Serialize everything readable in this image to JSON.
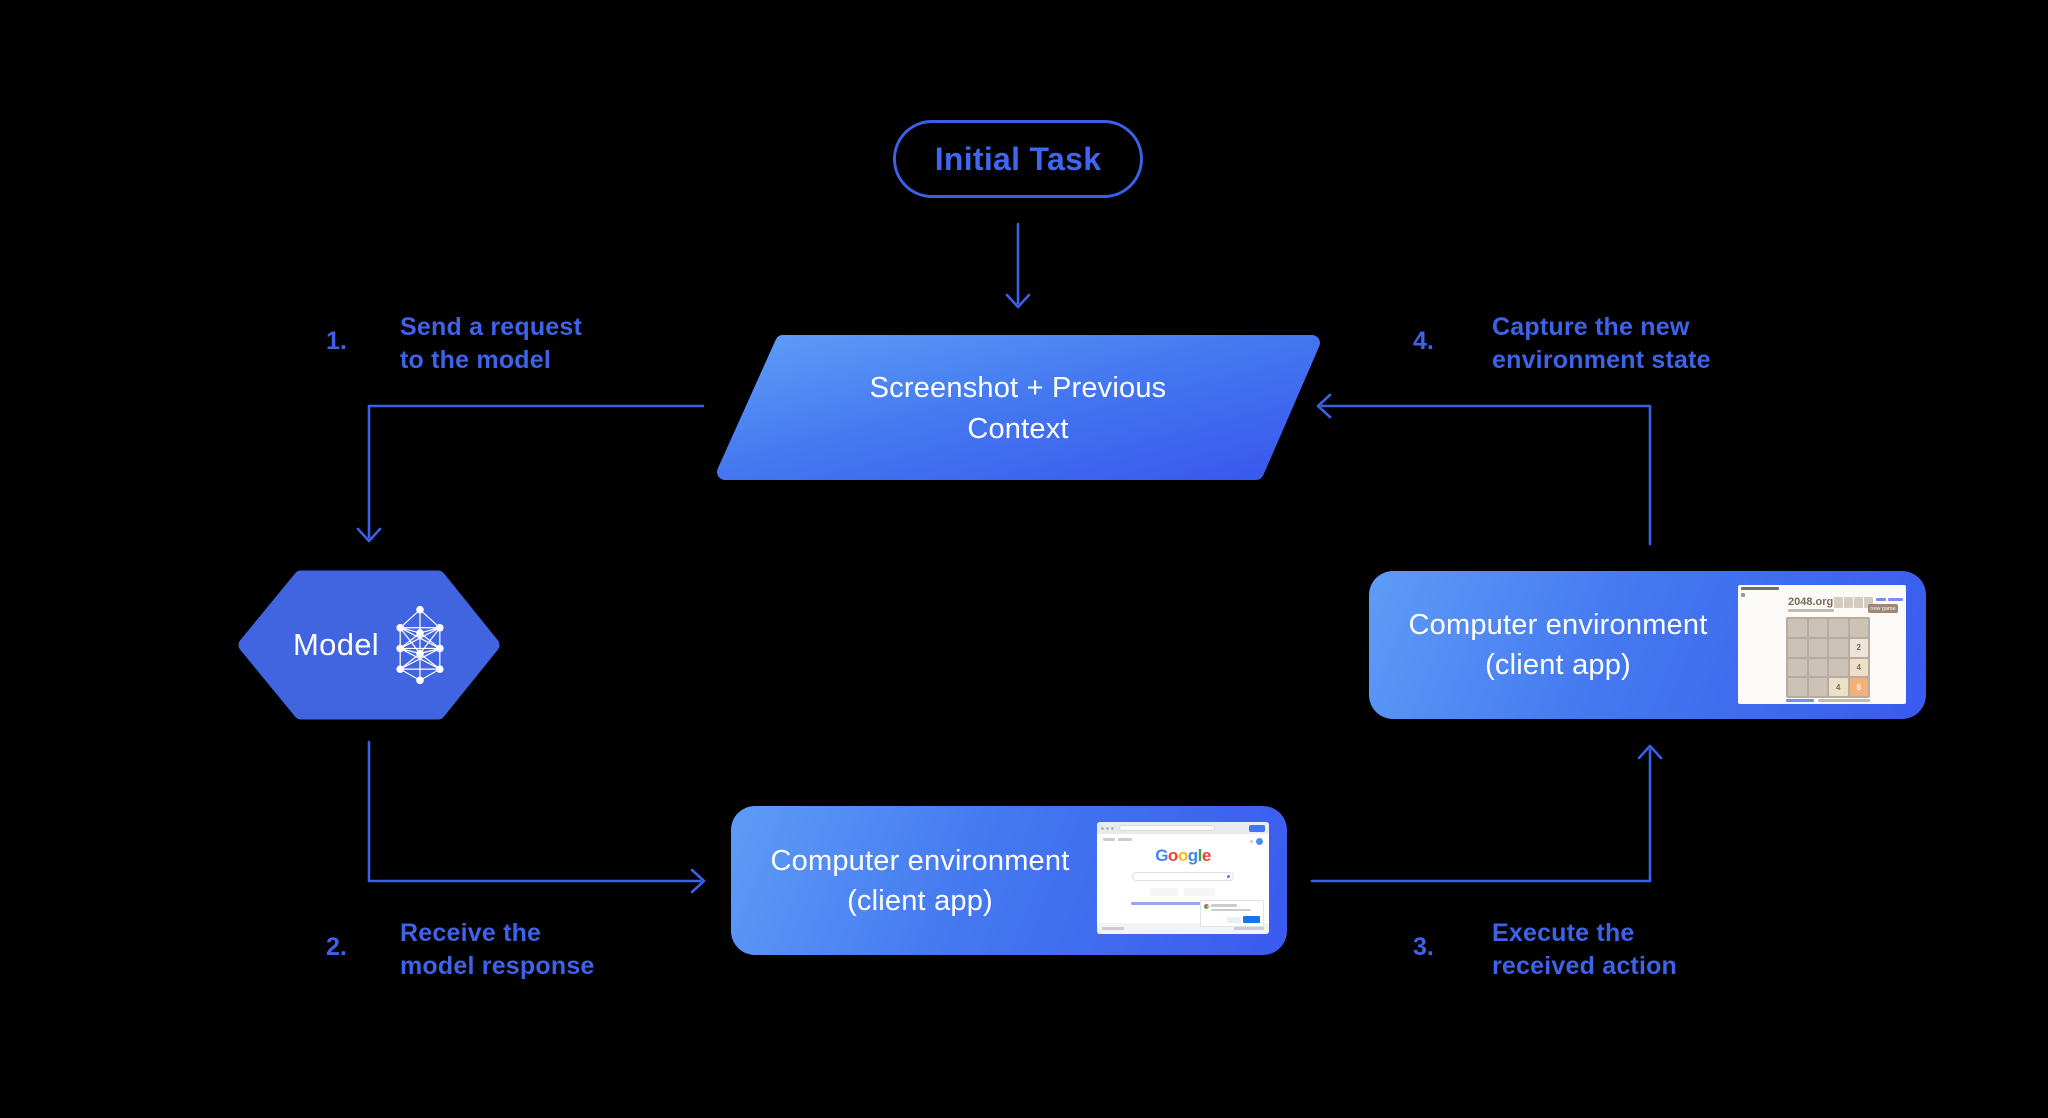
{
  "colors": {
    "accent": "#3C5FE8",
    "node_blue": "#4164E1",
    "gradient_light": "#5E9CF7",
    "gradient_dark": "#3A5AEE",
    "background": "#000000"
  },
  "nodes": {
    "initial_task": "Initial Task",
    "screenshot_context_line1": "Screenshot + Previous",
    "screenshot_context_line2": "Context",
    "model": "Model",
    "env_bottom": {
      "title": "Computer environment",
      "subtitle": "(client app)"
    },
    "env_right": {
      "title": "Computer environment",
      "subtitle": "(client app)"
    }
  },
  "steps": [
    {
      "num": "1.",
      "line1": "Send a request",
      "line2": "to the model"
    },
    {
      "num": "2.",
      "line1": "Receive the",
      "line2": "model response"
    },
    {
      "num": "3.",
      "line1": "Execute the",
      "line2": "received action"
    },
    {
      "num": "4.",
      "line1": "Capture the new",
      "line2": "environment state"
    }
  ],
  "google_thumb": {
    "logo_letters": [
      {
        "t": "G",
        "c": "#4285F4"
      },
      {
        "t": "o",
        "c": "#EA4335"
      },
      {
        "t": "o",
        "c": "#FBBC05"
      },
      {
        "t": "g",
        "c": "#4285F4"
      },
      {
        "t": "l",
        "c": "#34A853"
      },
      {
        "t": "e",
        "c": "#EA4335"
      }
    ]
  },
  "game_thumb": {
    "site": "2048.org",
    "new_game_label": "new game",
    "grid": 4,
    "tiles": [
      {
        "cell": 7,
        "v": "2",
        "bg": "#EEE4DA",
        "fg": "#776E65"
      },
      {
        "cell": 11,
        "v": "4",
        "bg": "#EDE0C8",
        "fg": "#776E65"
      },
      {
        "cell": 14,
        "v": "4",
        "bg": "#EDE0C8",
        "fg": "#776E65"
      },
      {
        "cell": 15,
        "v": "8",
        "bg": "#F2B179",
        "fg": "#F9F6F2"
      }
    ]
  }
}
